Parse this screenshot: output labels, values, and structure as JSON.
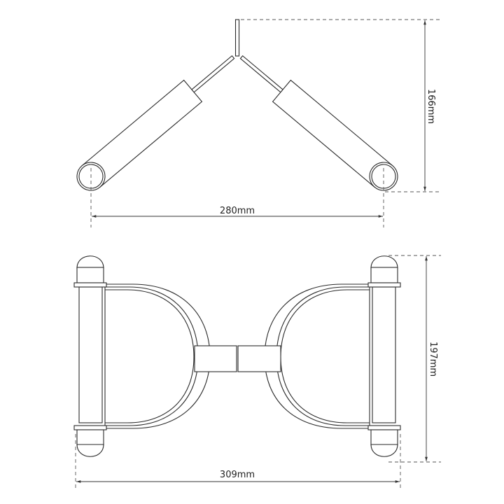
{
  "top_view": {
    "width_label": "280mm",
    "height_label": "166mm"
  },
  "front_view": {
    "width_label": "309mm",
    "height_label": "197mm"
  },
  "colors": {
    "line": "#2a2a2a",
    "background": "#ffffff"
  }
}
